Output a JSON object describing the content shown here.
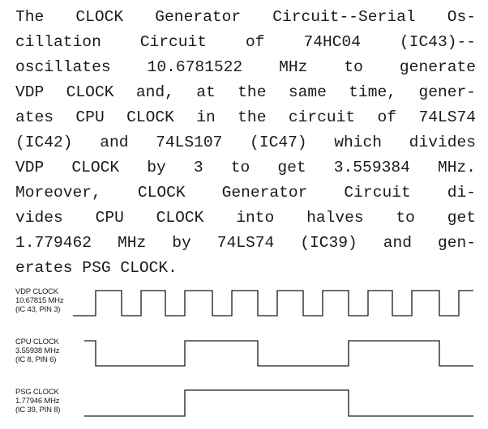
{
  "paragraph": {
    "lines": [
      "The CLOCK Generator Circuit--Serial Os-",
      "cillation Circuit of 74HC04 (IC43)--",
      "oscillates 10.6781522 MHz to generate",
      "VDP CLOCK and, at the same time, gener-",
      "ates CPU CLOCK in the circuit of 74LS74",
      "(IC42) and 74LS107 (IC47) which divides",
      "VDP CLOCK by 3 to get 3.559384 MHz.",
      "Moreover, CLOCK Generator Circuit di-",
      "vides CPU CLOCK into halves to get",
      "1.779462 MHz by 74LS74 (IC39) and gen-",
      "erates PSG CLOCK."
    ]
  },
  "timing_diagram": {
    "signals": [
      {
        "name": "VDP CLOCK",
        "frequency": "10.67815 MHz",
        "source": "(IC 43, PIN 3)"
      },
      {
        "name": "CPU CLOCK",
        "frequency": "3.55938 MHz",
        "source": "(IC 8, PIN 6)"
      },
      {
        "name": "PSG CLOCK",
        "frequency": "1.77946 MHz",
        "source": "(IC 39, PIN 8)"
      }
    ],
    "line_color": "#1a1a1a"
  }
}
